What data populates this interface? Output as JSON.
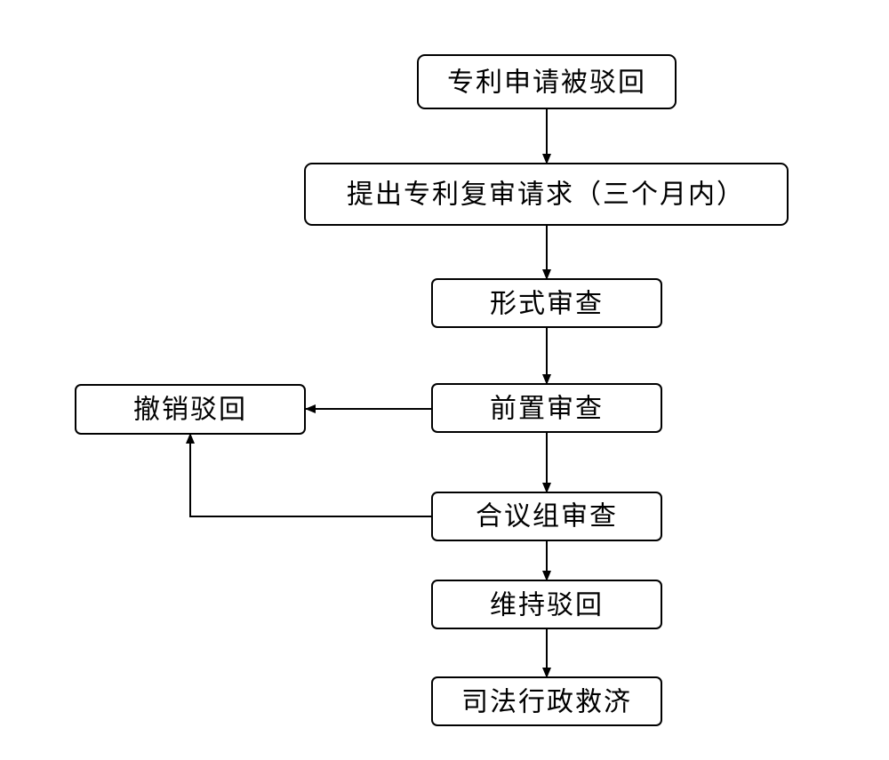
{
  "diagram": {
    "type": "flowchart",
    "colors": {
      "stroke": "#000000",
      "background": "#ffffff",
      "text": "#000000"
    },
    "nodes": [
      {
        "id": "n1",
        "label": "专利申请被驳回"
      },
      {
        "id": "n2",
        "label": "提出专利复审请求（三个月内）"
      },
      {
        "id": "n3",
        "label": "形式审查"
      },
      {
        "id": "n4",
        "label": "前置审查"
      },
      {
        "id": "n5",
        "label": "撤销驳回"
      },
      {
        "id": "n6",
        "label": "合议组审查"
      },
      {
        "id": "n7",
        "label": "维持驳回"
      },
      {
        "id": "n8",
        "label": "司法行政救济"
      }
    ],
    "edges": [
      {
        "from": "n1",
        "to": "n2"
      },
      {
        "from": "n2",
        "to": "n3"
      },
      {
        "from": "n3",
        "to": "n4"
      },
      {
        "from": "n4",
        "to": "n5"
      },
      {
        "from": "n4",
        "to": "n6"
      },
      {
        "from": "n6",
        "to": "n5"
      },
      {
        "from": "n6",
        "to": "n7"
      },
      {
        "from": "n7",
        "to": "n8"
      }
    ]
  }
}
